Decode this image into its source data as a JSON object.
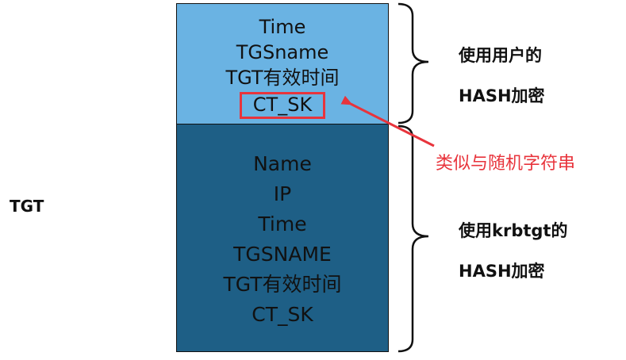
{
  "side_label": "TGT",
  "top_block": {
    "fields": [
      "Time",
      "TGSname",
      "TGT有效时间",
      "CT_SK"
    ],
    "fill_color": "#6ab3e3"
  },
  "bottom_block": {
    "fields": [
      "Name",
      "IP",
      "Time",
      "TGSNAME",
      "TGT有效时间",
      "CT_SK"
    ],
    "fill_color": "#1e5f86"
  },
  "top_note": {
    "line1": "使用用户的",
    "line2": "HASH加密"
  },
  "bottom_note": {
    "line1": "使用krbtgt的",
    "line2": "HASH加密"
  },
  "callout": {
    "text": "类似与随机字符串",
    "color": "#e8343c"
  }
}
